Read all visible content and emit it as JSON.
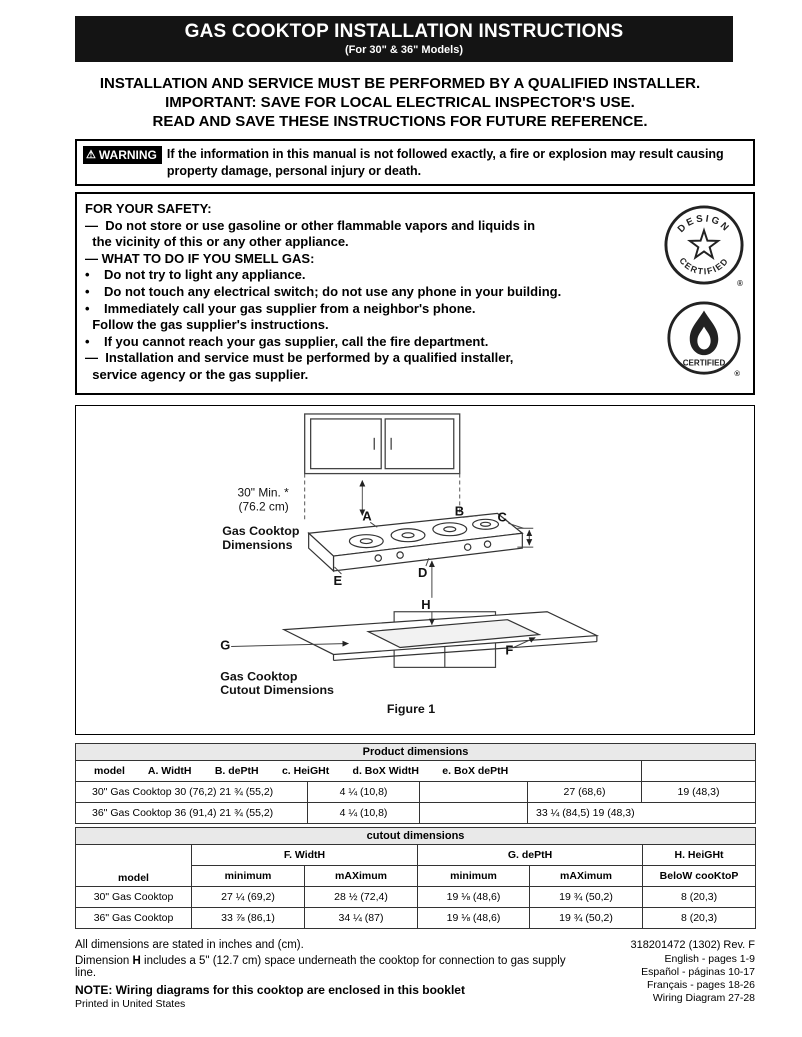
{
  "header": {
    "title": "GAS COOKTOP INSTALLATION INSTRUCTIONS",
    "subtitle": "(For 30\" & 36\" Models)"
  },
  "notice": {
    "line1": "INSTALLATION AND SERVICE MUST BE PERFORMED BY A QUALIFIED INSTALLER.",
    "line2": "IMPORTANT: SAVE FOR LOCAL ELECTRICAL INSPECTOR'S USE.",
    "line3": "READ AND SAVE THESE INSTRUCTIONS FOR FUTURE REFERENCE."
  },
  "warning": {
    "badge": "WARNING",
    "text": "If the information in this manual is not followed exactly, a fire or explosion may result causing property damage, personal injury or death."
  },
  "safety": {
    "title": "FOR YOUR SAFETY:",
    "lines": [
      "—  Do not store or use gasoline or other flammable vapors and liquids in",
      "  the vicinity of this or any other appliance.",
      "— WHAT TO DO IF YOU SMELL GAS:",
      "•    Do not try to light any appliance.",
      "•    Do not touch any electrical switch; do not use any phone in your building.",
      "•    Immediately call your gas supplier from a neighbor's phone.",
      "  Follow the gas supplier's instructions.",
      "•    If you cannot reach your gas supplier, call the fire department.",
      "—  Installation and service must be performed by a qualified installer,",
      "  service agency or the gas supplier."
    ]
  },
  "badges": {
    "design_top": "DESIGN",
    "design_bottom": "CERTIFIED",
    "design_reg": "®",
    "flame_label": "CERTIFIED",
    "flame_reg": "®"
  },
  "figure": {
    "clearance_line1": "30\" Min. *",
    "clearance_line2": "(76.2 cm)",
    "dims_label1": "Gas Cooktop",
    "dims_label2": "Dimensions",
    "cutout_label1": "Gas Cooktop",
    "cutout_label2": "Cutout Dimensions",
    "caption": "Figure 1",
    "labels": {
      "a": "A",
      "b": "B",
      "c": "C",
      "d": "D",
      "e": "E",
      "f": "F",
      "g": "G",
      "h": "H"
    }
  },
  "product_table": {
    "title": "Product dimensions",
    "header": "model        A. WidtH        B. dePtH        c. HeiGHt        d. BoX WidtH        e. BoX dePtH",
    "rows": [
      {
        "c1": "30\" Gas Cooktop 30 (76,2) 21 ¾ (55,2)",
        "c2": "4 ¼ (10,8)",
        "c3": "",
        "c4": "27 (68,6)",
        "c5": "19 (48,3)"
      },
      {
        "c1": "36\" Gas Cooktop 36 (91,4) 21 ¾ (55,2)",
        "c2": "4 ¼ (10,8)",
        "c3": "",
        "c45": "33 ¼ (84,5) 19 (48,3)"
      }
    ]
  },
  "cutout_table": {
    "title": "cutout dimensions",
    "col_model": "model",
    "group_f": "F. WidtH",
    "group_g": "G. dePtH",
    "group_h": "H. HeiGHt",
    "sub_min_f": "minimum",
    "sub_max_f": "mAXimum",
    "sub_min_g": "minimum",
    "sub_max_g": "mAXimum",
    "sub_below": "BeloW cooKtoP",
    "rows": [
      {
        "model": "30\" Gas Cooktop",
        "f_min": "27 ¼ (69,2)",
        "f_max": "28 ½ (72,4)",
        "g_min": "19 ⅛ (48,6)",
        "g_max": "19 ¾ (50,2)",
        "h": "8 (20,3)"
      },
      {
        "model": "36\" Gas Cooktop",
        "f_min": "33 ⅞ (86,1)",
        "f_max": "34 ¼ (87)",
        "g_min": "19 ⅛ (48,6)",
        "g_max": "19 ¾ (50,2)",
        "h": "8 (20,3)"
      }
    ]
  },
  "footer": {
    "dims_note": "All dimensions are stated in inches and (cm).",
    "part_number": "318201472 (1302) Rev. F",
    "dim_h_prefix": "Dimension ",
    "dim_h_bold": "H",
    "dim_h_rest": " includes a 5\" (12.7 cm) space underneath the cooktop for connection to gas supply line.",
    "note": "NOTE: Wiring diagrams for this cooktop are enclosed in this booklet",
    "printed": "Printed in United States",
    "languages": [
      "English - pages 1-9",
      "Español - páginas 10-17",
      "Français - pages 18-26",
      "Wiring Diagram 27-28"
    ]
  }
}
